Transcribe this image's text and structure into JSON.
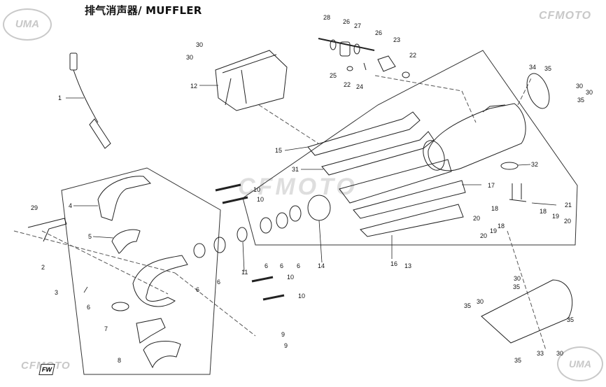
{
  "title": "排气消声器/ MUFFLER",
  "brand": {
    "logo_uma_top_left": "UMA",
    "logo_cfmoto_top_right": "CFMOTO",
    "watermark_center": "CFMOTO",
    "logo_cfmoto_bottom_left": "CFMOTO",
    "logo_uma_bottom_right": "UMA"
  },
  "forward_badge": "FW",
  "callouts": {
    "c28": "28",
    "c26a": "26",
    "c27": "27",
    "c26b": "26",
    "c23": "23",
    "c22a": "22",
    "c25": "25",
    "c22b": "22",
    "c24": "24",
    "c30a": "30",
    "c30b": "30",
    "c12": "12",
    "c1": "1",
    "c34": "34",
    "c35a": "35",
    "c30c": "30",
    "c30d": "30",
    "c35b": "35",
    "c15": "15",
    "c31": "31",
    "c32": "32",
    "c17": "17",
    "c10a": "10",
    "c10b": "10",
    "c4": "4",
    "c29": "29",
    "c18a": "18",
    "c20a": "20",
    "c21": "21",
    "c18b": "18",
    "c19a": "19",
    "c19b": "19",
    "c20b": "20",
    "c18c": "18",
    "c20c": "20",
    "c5": "5",
    "c2": "2",
    "c11": "11",
    "c6a": "6",
    "c6b": "6",
    "c6c": "6",
    "c14": "14",
    "c16": "16",
    "c13": "13",
    "c6d": "6",
    "c6e": "6",
    "c3": "3",
    "c10c": "10",
    "c10d": "10",
    "c6f": "6",
    "c7": "7",
    "c30e": "30",
    "c35c": "35",
    "c30f": "30",
    "c35d": "35",
    "c35e": "35",
    "c9a": "9",
    "c9b": "9",
    "c8": "8",
    "c33": "33",
    "c35f": "35",
    "c30g": "30"
  }
}
